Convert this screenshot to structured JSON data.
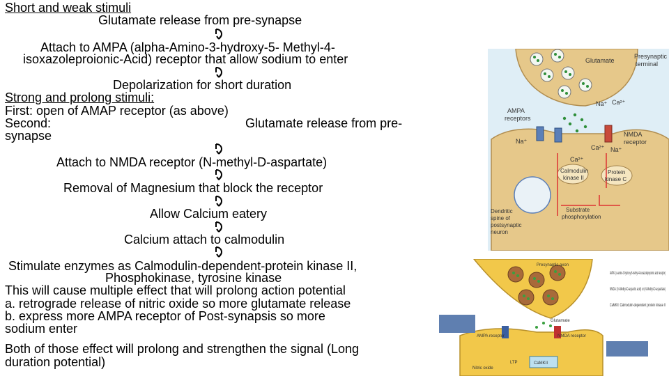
{
  "lines": {
    "short_heading": "Short and weak stimuli",
    "glutamate_release": "Glutamate release from pre-synapse",
    "ampa_1": "Attach to AMPA (alpha-Amino-3-hydroxy-5- Methyl-4-",
    "ampa_2": "isoxazoleproionic-Acid) receptor that allow sodium to enter",
    "depolarization": "Depolarization for short duration",
    "strong_heading": "Strong and prolong stimuli:",
    "first": "First: open of AMAP receptor (as above)",
    "second_label": "Second:",
    "second_text": "Glutamate release from pre-",
    "synapse": "synapse",
    "nmda": "Attach to NMDA receptor (N-methyl-D-aspartate)",
    "magnesium": "Removal of Magnesium that block the receptor",
    "calcium_eatery": "Allow Calcium eatery",
    "calmodulin": "Calcium attach to calmodulin",
    "enzymes_1": "Stimulate enzymes as Calmodulin-dependent-protein kinase II,",
    "enzymes_2": "Phosphokinase, tyrosine kinase",
    "effect": "This will cause multiple effect that will prolong action potential",
    "retrograde": "a. retrograde release of nitric oxide so more glutamate release",
    "express_1": "b. express more AMPA receptor of Post-synapsis so more",
    "express_2": "sodium enter",
    "both_1": "Both of those effect will prolong and strengthen the signal (Long",
    "both_2": "duration potential)"
  },
  "figure_top": {
    "glutamate": "Glutamate",
    "presynaptic": "Presynaptic",
    "terminal": "terminal",
    "ampa": "AMPA",
    "receptors": "receptors",
    "na1": "Na⁺",
    "ca1": "Ca²⁺",
    "na2": "Na⁺",
    "nmda": "NMDA",
    "receptor": "receptor",
    "ca2": "Ca²⁺",
    "na3": "Na⁺",
    "ca3": "Ca²⁺",
    "calmodulin": "Calmodulin",
    "kinase2": "kinase II",
    "protein": "Protein",
    "kinasec": "kinase C",
    "dendritic1": "Dendritic",
    "dendritic2": "spine of",
    "dendritic3": "postsynaptic",
    "dendritic4": "neuron",
    "substrate1": "Substrate",
    "substrate2": "phosphorylation"
  },
  "figure_bottom": {
    "presynaptic_axon": "Presynaptic axon",
    "glutamate": "Glutamate",
    "ampa_receptor": "AMPA receptor",
    "nmda_receptor": "NMDA receptor",
    "nitric_oxide": "Nitric oxide",
    "ltp": "LTP",
    "camkii": "CaMKII",
    "legend_ampa": "AMPA: (α-amino-3-hydroxy-5-methyl-4-isoxazolepropionic acid receptor)",
    "legend_nmda": "NMDA: (N-Methyl-D-aspartic acid) or (N-Methyl-D-aspartate)",
    "legend_camkii": "CaMKII: Calmodulin-dependent protein kinase II"
  },
  "colors": {
    "tan": "#e6c88a",
    "vesicle": "#2f8f3a",
    "ampa_blue": "#5b7fb8",
    "nmda_red": "#c84a3a"
  }
}
